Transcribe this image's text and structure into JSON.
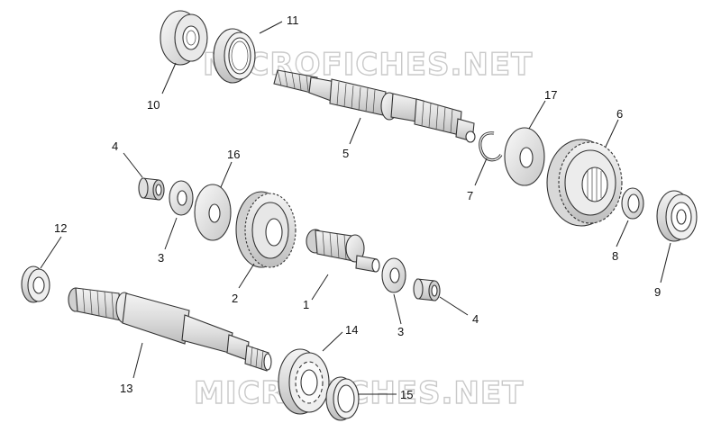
{
  "watermarks": [
    "MICROFICHES.NET",
    "MICROFICHES.NET"
  ],
  "parts": [
    {
      "key": "p10",
      "label": "10"
    },
    {
      "key": "p11",
      "label": "11"
    },
    {
      "key": "p5",
      "label": "5"
    },
    {
      "key": "p17",
      "label": "17"
    },
    {
      "key": "p6",
      "label": "6"
    },
    {
      "key": "p7",
      "label": "7"
    },
    {
      "key": "p4a",
      "label": "4"
    },
    {
      "key": "p16",
      "label": "16"
    },
    {
      "key": "p3a",
      "label": "3"
    },
    {
      "key": "p8",
      "label": "8"
    },
    {
      "key": "p9",
      "label": "9"
    },
    {
      "key": "p12",
      "label": "12"
    },
    {
      "key": "p2",
      "label": "2"
    },
    {
      "key": "p1",
      "label": "1"
    },
    {
      "key": "p3b",
      "label": "3"
    },
    {
      "key": "p4b",
      "label": "4"
    },
    {
      "key": "p14",
      "label": "14"
    },
    {
      "key": "p13",
      "label": "13"
    },
    {
      "key": "p15",
      "label": "15"
    }
  ]
}
